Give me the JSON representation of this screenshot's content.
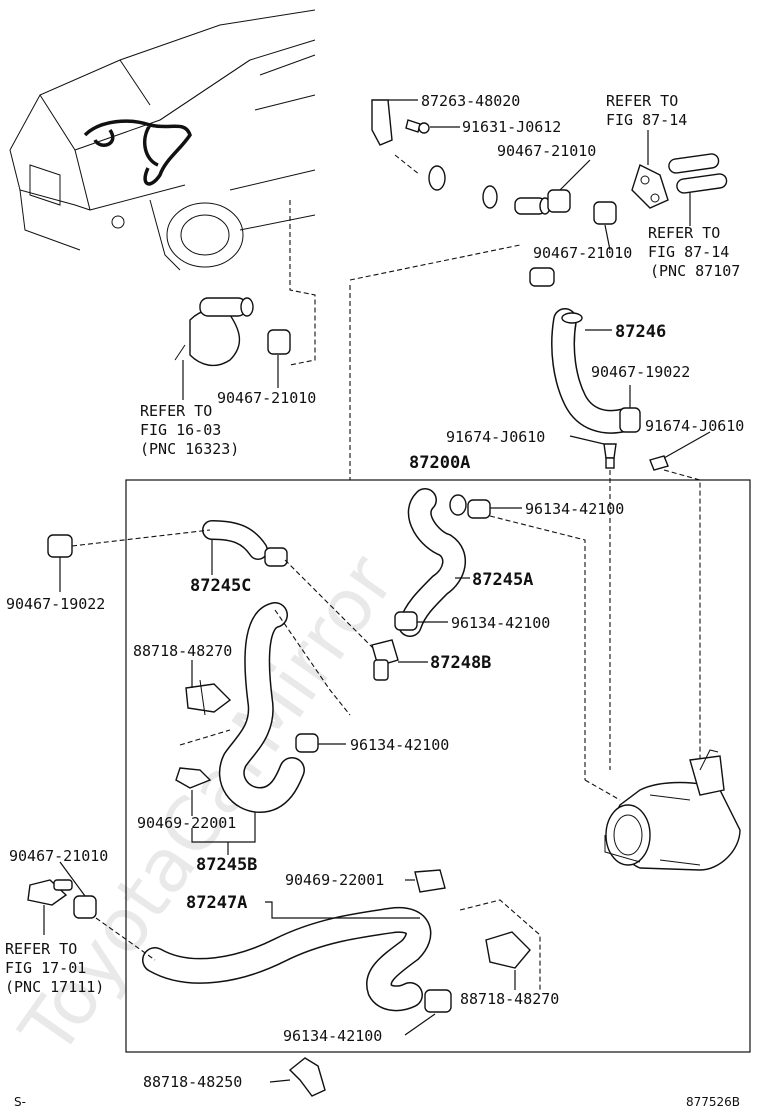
{
  "watermark": "ToyotaCarMirror",
  "figure_number": "877526B",
  "footer_prefix": "S-",
  "group_label": "87200A",
  "labels": {
    "p87263": "87263-48020",
    "p91631": "91631-J0612",
    "refer8714a_1": "REFER TO",
    "refer8714a_2": "FIG 87-14",
    "p90467_a": "90467-21010",
    "p90467_b": "90467-21010",
    "refer8714b_1": "REFER TO",
    "refer8714b_2": "FIG 87-14",
    "refer8714b_3": "(PNC 87107",
    "p87246": "87246",
    "p90467_19022_a": "90467-19022",
    "p91674_a": "91674-J0610",
    "p91674_b": "91674-J0610",
    "p90467_c": "90467-21010",
    "refer1603_1": "REFER TO",
    "refer1603_2": "FIG 16-03",
    "refer1603_3": "(PNC 16323)",
    "p96134_a": "96134-42100",
    "p87245A": "87245A",
    "p87245C": "87245C",
    "p90467_19022_b": "90467-19022",
    "p96134_b": "96134-42100",
    "p88718_a": "88718-48270",
    "p87248B": "87248B",
    "p96134_c": "96134-42100",
    "p90469_a": "90469-22001",
    "p87245B": "87245B",
    "p90467_d": "90467-21010",
    "p90469_b": "90469-22001",
    "p87247A": "87247A",
    "refer1701_1": "REFER TO",
    "refer1701_2": "FIG 17-01",
    "refer1701_3": "(PNC 17111)",
    "p88718_b": "88718-48270",
    "p96134_d": "96134-42100",
    "p88718_48250": "88718-48250"
  }
}
